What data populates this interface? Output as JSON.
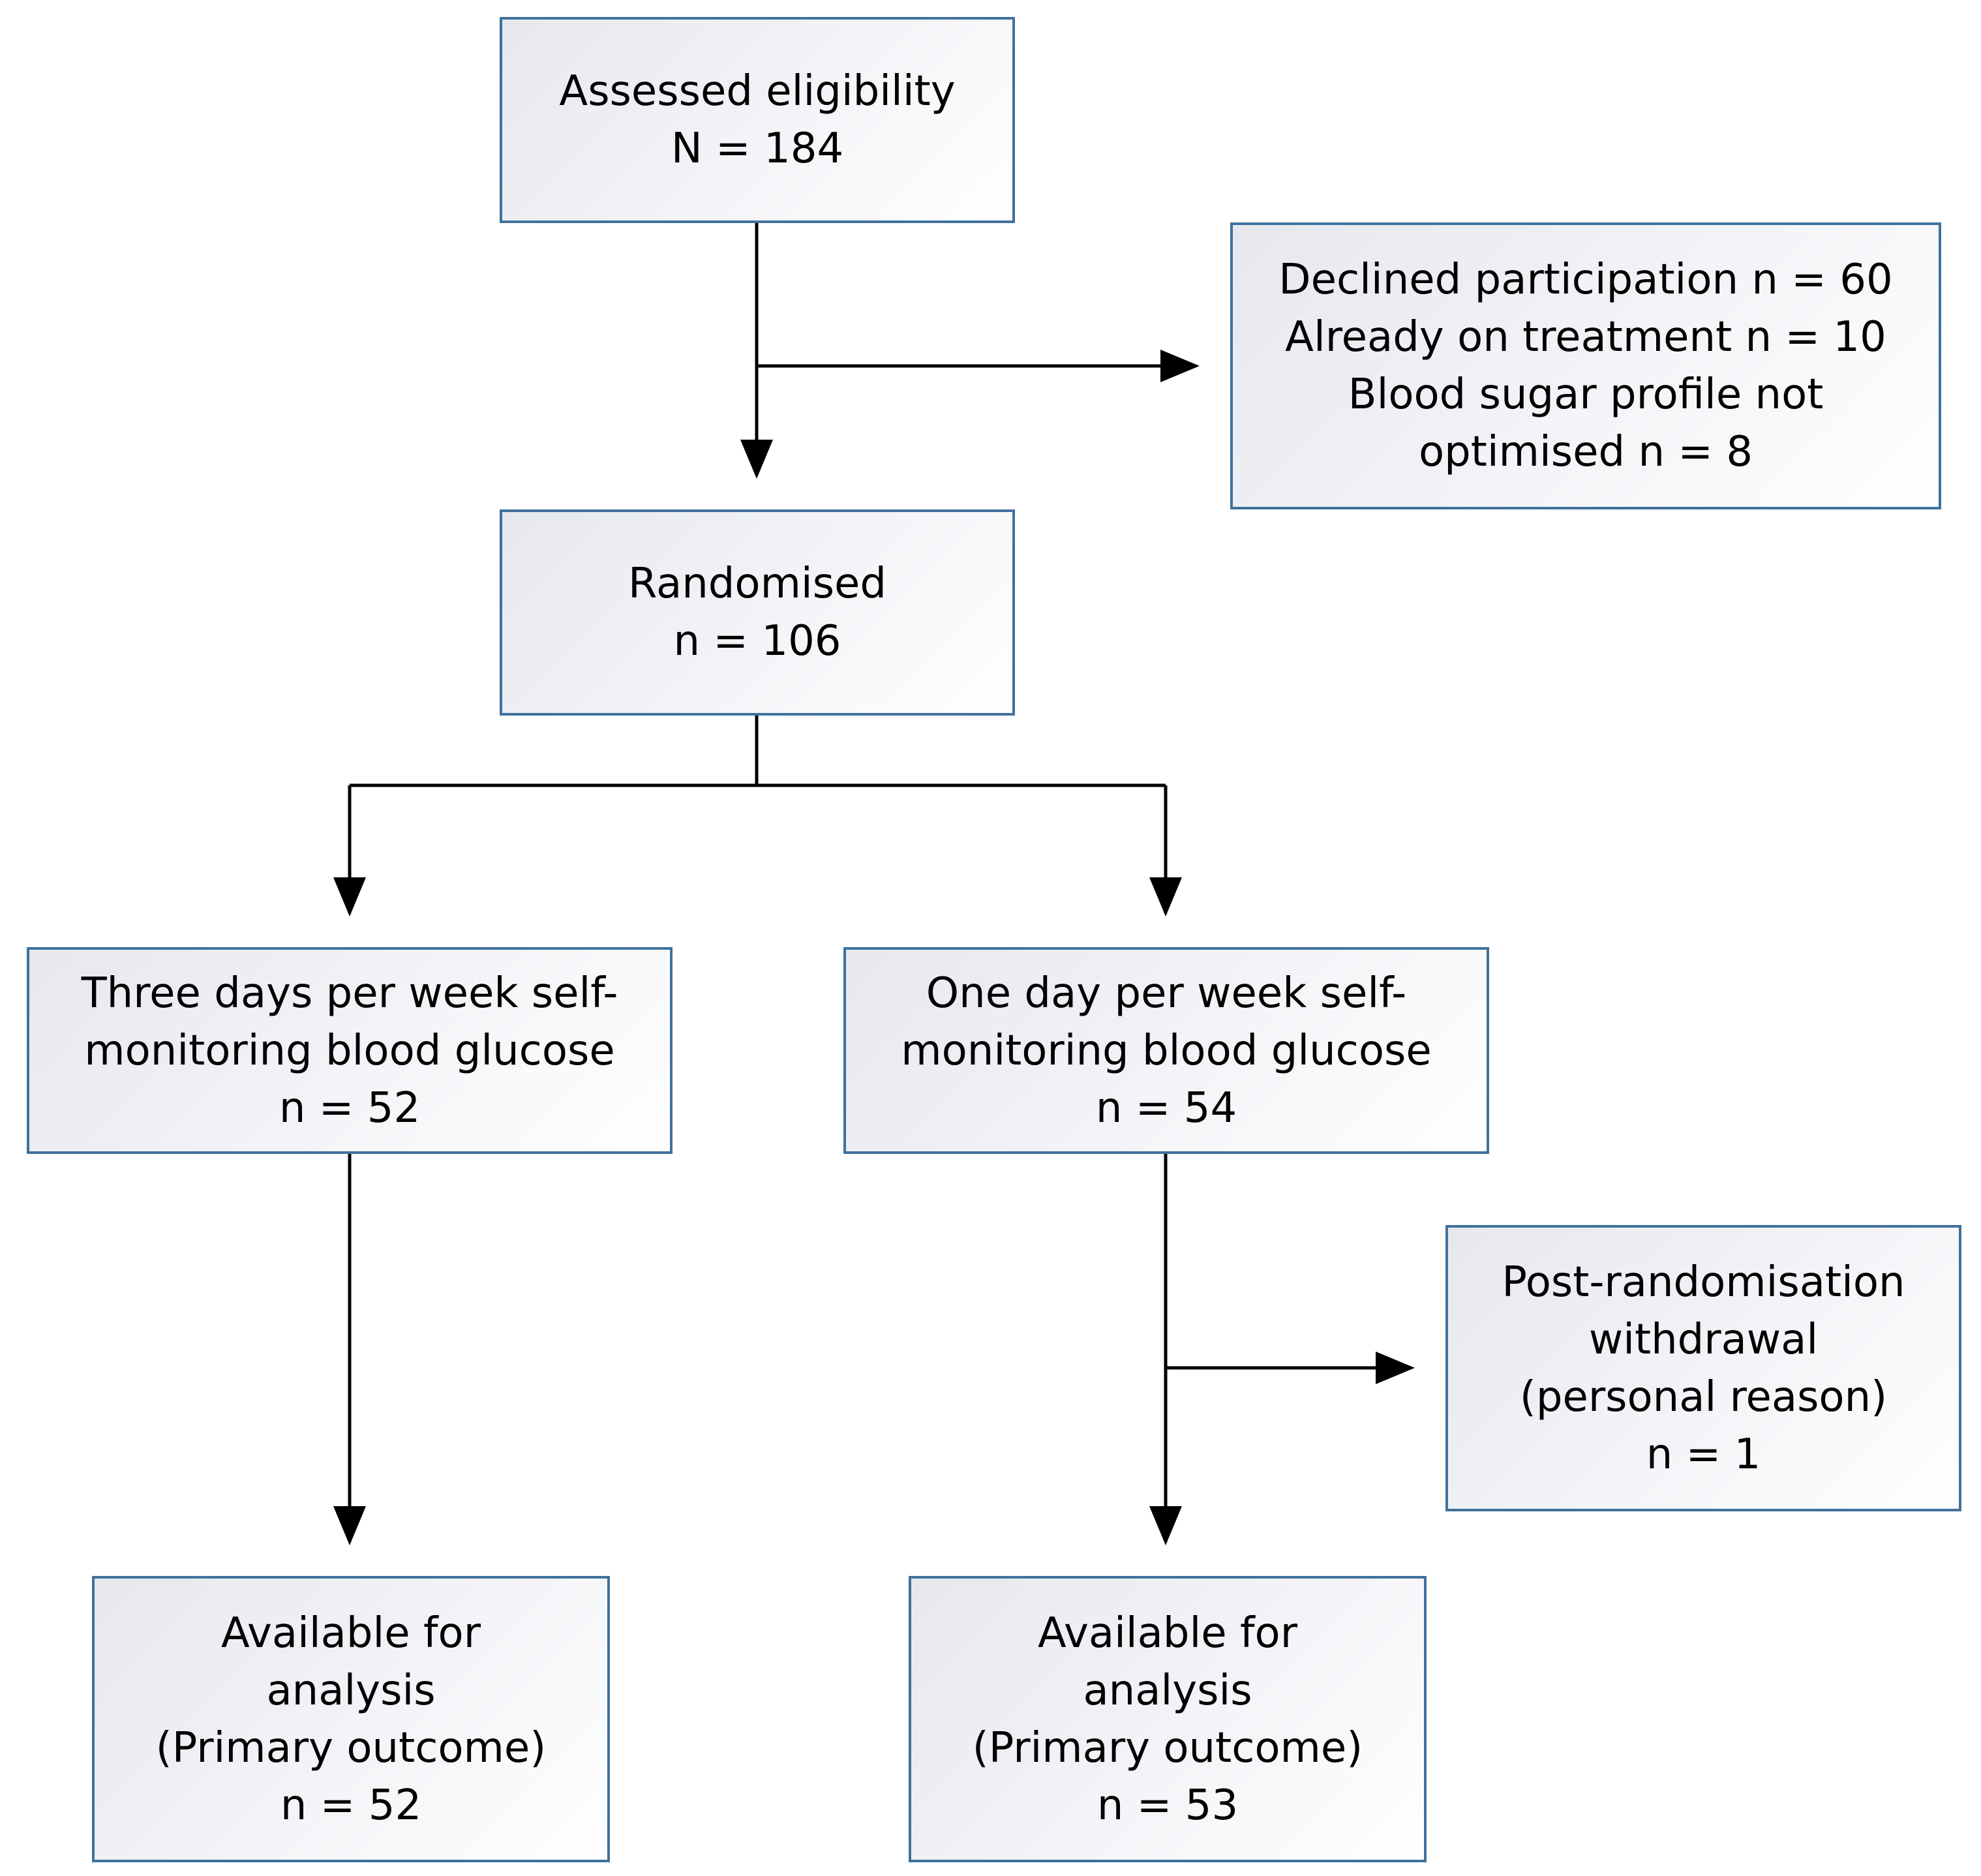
{
  "flowchart": {
    "assessed": {
      "line1": "Assessed eligibility",
      "line2": "N = 184"
    },
    "excluded": {
      "line1": "Declined participation n = 60",
      "line2": "Already on treatment n = 10",
      "line3": "Blood sugar profile not",
      "line4": "optimised n = 8"
    },
    "randomised": {
      "line1": "Randomised",
      "line2": "n = 106"
    },
    "three_days": {
      "line1": "Three days per week self-",
      "line2": "monitoring blood glucose",
      "line3": "n = 52"
    },
    "one_day": {
      "line1": "One day per week self-",
      "line2": "monitoring blood glucose",
      "line3": "n = 54"
    },
    "withdrawal": {
      "line1": "Post-randomisation",
      "line2": "withdrawal",
      "line3": "(personal reason)",
      "line4": "n = 1"
    },
    "available_left": {
      "line1": "Available for",
      "line2": "analysis",
      "line3": "(Primary outcome)",
      "line4": "n = 52"
    },
    "available_right": {
      "line1": "Available for",
      "line2": "analysis",
      "line3": "(Primary outcome)",
      "line4": "n = 53"
    }
  },
  "colors": {
    "box_border": "#41719c",
    "connector": "#000000"
  }
}
